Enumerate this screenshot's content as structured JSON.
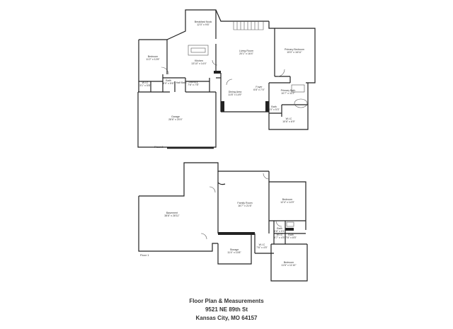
{
  "floors": {
    "upper": {
      "label": "Floor 2",
      "rooms": {
        "breakfast_nook": {
          "name": "Breakfast Nook",
          "dims": "12'0\" x 9'6\""
        },
        "bedroom": {
          "name": "Bedroom",
          "dims": "11'2\" x 12'8\""
        },
        "kitchen": {
          "name": "Kitchen",
          "dims": "13'10\" x 14'4\""
        },
        "living_room": {
          "name": "Living Room",
          "dims": "20'1\" x 16'4\""
        },
        "primary_bedroom": {
          "name": "Primary Bedroom",
          "dims": "15'0\" x 16'11\""
        },
        "wic_small": {
          "name": "W.I.C",
          "dims": "3'1\" x 5'8\""
        },
        "bath": {
          "name": "Bath",
          "dims": "8'9\" x 5'6\""
        },
        "half_bath": {
          "name": "Half Bath",
          "dims": ""
        },
        "laundry": {
          "name": "Laundry",
          "dims": "7'6\" x 7'8\""
        },
        "dining_area": {
          "name": "Dining Area",
          "dims": "11'8\" x 14'9\""
        },
        "foyer": {
          "name": "Foyer",
          "dims": "6'8\" x 7'4\""
        },
        "primary_bath": {
          "name": "Primary Bath",
          "dims": "10'7\" x 11'2\""
        },
        "bath_small": {
          "name": "Bath",
          "dims": "5'0\" x 5'3\""
        },
        "wic_primary": {
          "name": "W.I.C",
          "dims": "10'6\" x 6'9\""
        },
        "garage": {
          "name": "Garage",
          "dims": "28'6\" x 20'4\""
        }
      }
    },
    "lower": {
      "label": "Floor 1",
      "rooms": {
        "basement": {
          "name": "Basement",
          "dims": "38'8\" x 28'11\""
        },
        "family_room": {
          "name": "Family Room",
          "dims": "16'7\" x 21'6\""
        },
        "bedroom_1": {
          "name": "Bedroom",
          "dims": "12'4\" x 14'9\""
        },
        "storage": {
          "name": "Storage",
          "dims": "11'4\" x 10'8\""
        },
        "wic": {
          "name": "W.I.C",
          "dims": "7'6\" x 4'5\""
        },
        "bath_1": {
          "name": "Bath",
          "dims": "5'8\" x 9'1\""
        },
        "bath_2": {
          "name": "Bath",
          "dims": "7'8\" x 8'5\""
        },
        "wic_2": {
          "name": "W.I.C",
          "dims": "4'7\" x 4'5\""
        },
        "bedroom_2": {
          "name": "Bedroom",
          "dims": "11'6\" x 11'10\""
        }
      }
    }
  },
  "caption": {
    "title": "Floor Plan & Measurements",
    "address": "9521 NE 89th St",
    "city": "Kansas City, MO 64157"
  },
  "colors": {
    "wall": "#222222",
    "text": "#333333",
    "background": "#ffffff"
  }
}
